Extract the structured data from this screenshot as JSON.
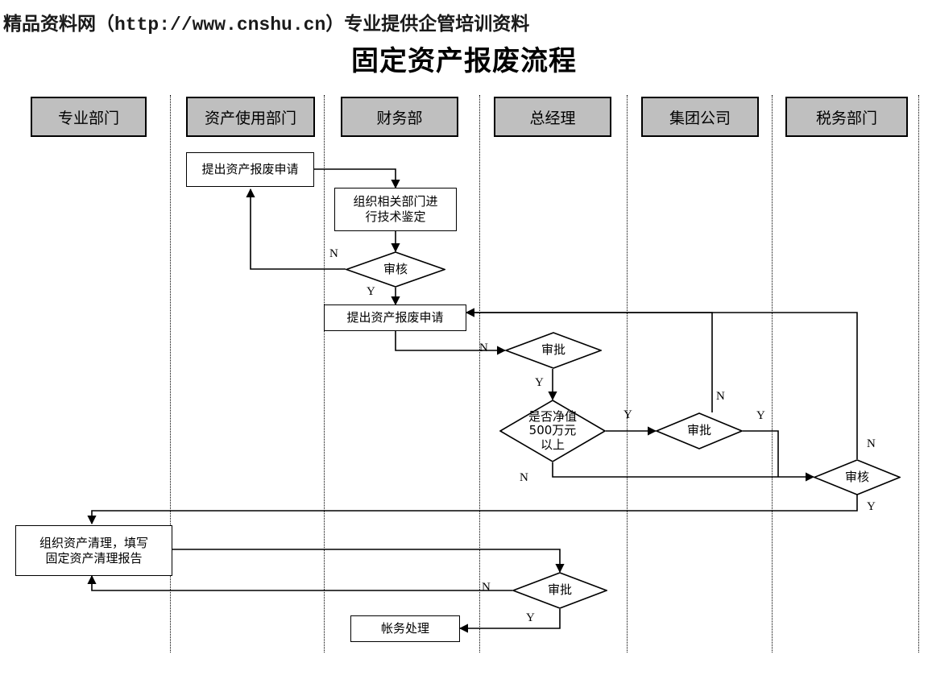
{
  "page": {
    "watermark": "精品资料网（http://www.cnshu.cn）专业提供企管培训资料",
    "title": "固定资产报废流程",
    "background_color": "#ffffff",
    "line_color": "#000000",
    "header_fill": "#bfbfbf"
  },
  "lanes": [
    {
      "id": "lane-professional",
      "label": "专业部门"
    },
    {
      "id": "lane-asset-user",
      "label": "资产使用部门"
    },
    {
      "id": "lane-finance",
      "label": "财务部"
    },
    {
      "id": "lane-gm",
      "label": "总经理"
    },
    {
      "id": "lane-group",
      "label": "集团公司"
    },
    {
      "id": "lane-tax",
      "label": "税务部门"
    }
  ],
  "nodes": [
    {
      "id": "n1",
      "kind": "process",
      "lane": "lane-asset-user",
      "label": "提出资产报废申请"
    },
    {
      "id": "n2",
      "kind": "process",
      "lane": "lane-finance",
      "label": "组织相关部门进\n行技术鉴定"
    },
    {
      "id": "n3",
      "kind": "decision",
      "lane": "lane-finance",
      "label": "审核"
    },
    {
      "id": "n4",
      "kind": "process",
      "lane": "lane-finance",
      "label": "提出资产报废申请"
    },
    {
      "id": "n5",
      "kind": "decision",
      "lane": "lane-gm",
      "label": "审批"
    },
    {
      "id": "n6",
      "kind": "decision",
      "lane": "lane-gm",
      "label": "是否净值\n500万元\n以上"
    },
    {
      "id": "n7",
      "kind": "decision",
      "lane": "lane-group",
      "label": "审批"
    },
    {
      "id": "n8",
      "kind": "decision",
      "lane": "lane-tax",
      "label": "审核"
    },
    {
      "id": "n9",
      "kind": "process",
      "lane": "lane-professional",
      "label": "组织资产清理，填写\n固定资产清理报告"
    },
    {
      "id": "n10",
      "kind": "decision",
      "lane": "lane-gm",
      "label": "审批"
    },
    {
      "id": "n11",
      "kind": "process",
      "lane": "lane-finance",
      "label": "帐务处理"
    }
  ],
  "edge_labels": [
    {
      "id": "e-n3-no",
      "text": "N",
      "from": "n3",
      "branch": "no"
    },
    {
      "id": "e-n3-yes",
      "text": "Y",
      "from": "n3",
      "branch": "yes"
    },
    {
      "id": "e-n5-no",
      "text": "N",
      "from": "n5",
      "branch": "no"
    },
    {
      "id": "e-n5-yes",
      "text": "Y",
      "from": "n5",
      "branch": "yes"
    },
    {
      "id": "e-n6-yes",
      "text": "Y",
      "from": "n6",
      "branch": "yes"
    },
    {
      "id": "e-n6-no",
      "text": "N",
      "from": "n6",
      "branch": "no"
    },
    {
      "id": "e-n7-no",
      "text": "N",
      "from": "n7",
      "branch": "no"
    },
    {
      "id": "e-n7-yes",
      "text": "Y",
      "from": "n7",
      "branch": "yes"
    },
    {
      "id": "e-n8-no",
      "text": "N",
      "from": "n8",
      "branch": "no"
    },
    {
      "id": "e-n8-yes",
      "text": "Y",
      "from": "n8",
      "branch": "yes"
    },
    {
      "id": "e-n10-no",
      "text": "N",
      "from": "n10",
      "branch": "no"
    },
    {
      "id": "e-n10-yes",
      "text": "Y",
      "from": "n10",
      "branch": "yes"
    }
  ]
}
